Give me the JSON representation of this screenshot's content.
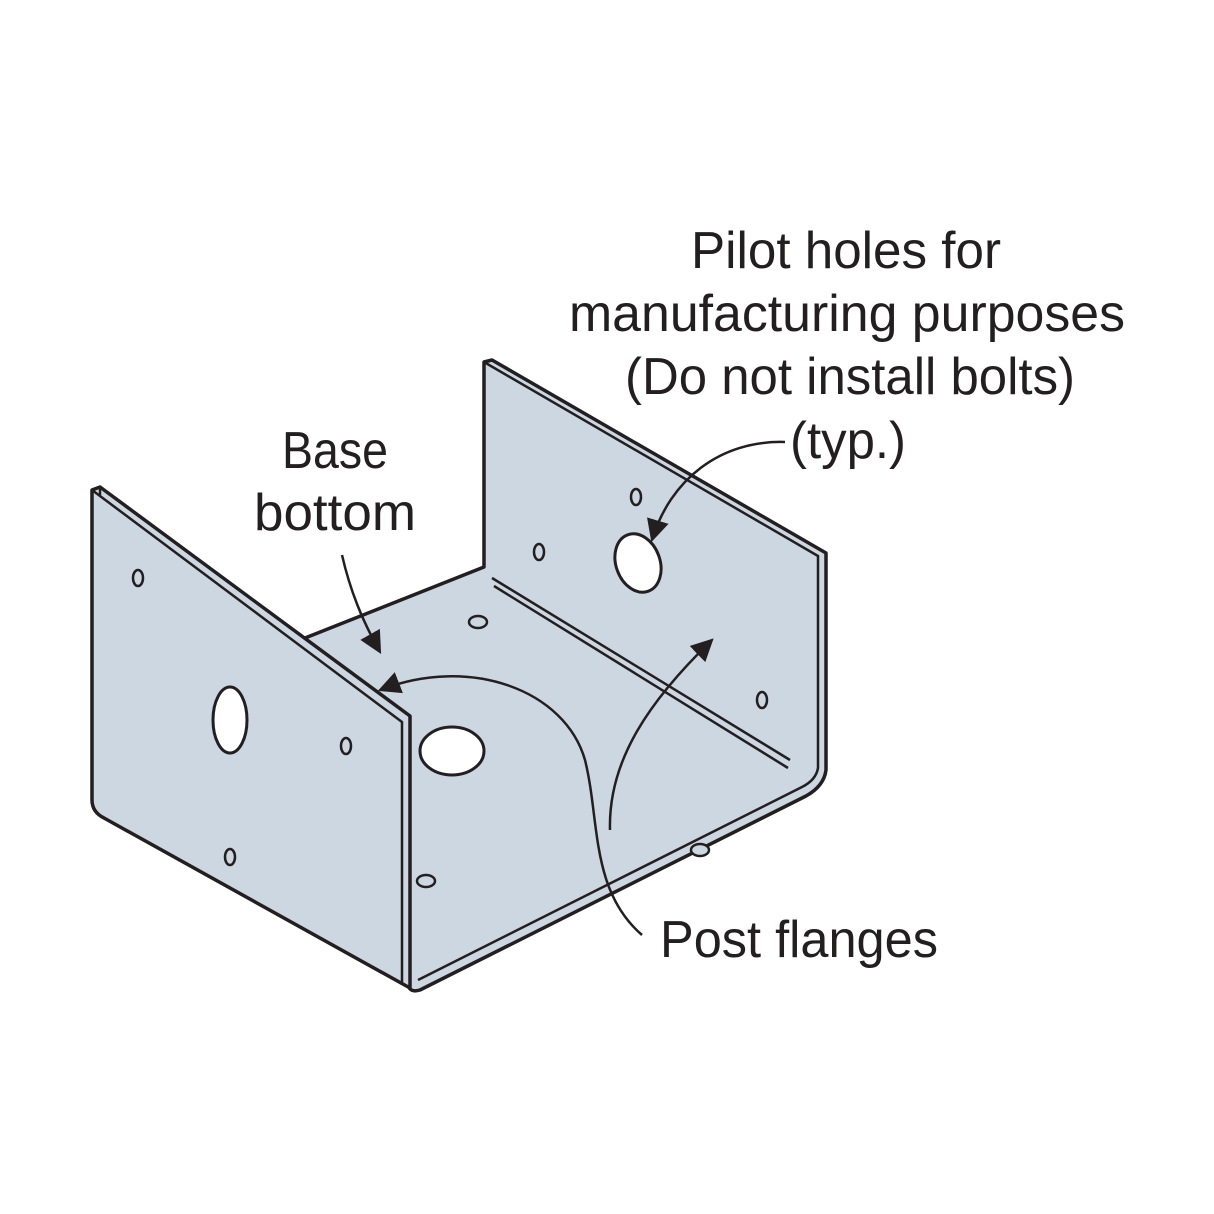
{
  "labels": {
    "pilot_holes": [
      "Pilot holes for",
      "manufacturing purposes",
      "(Do not install bolts)",
      "(typ.)"
    ],
    "base_bottom": [
      "Base",
      "bottom"
    ],
    "post_flanges": "Post flanges"
  },
  "colors": {
    "metal": "#cdd7e1",
    "ink": "#231f20",
    "background": "#ffffff"
  }
}
